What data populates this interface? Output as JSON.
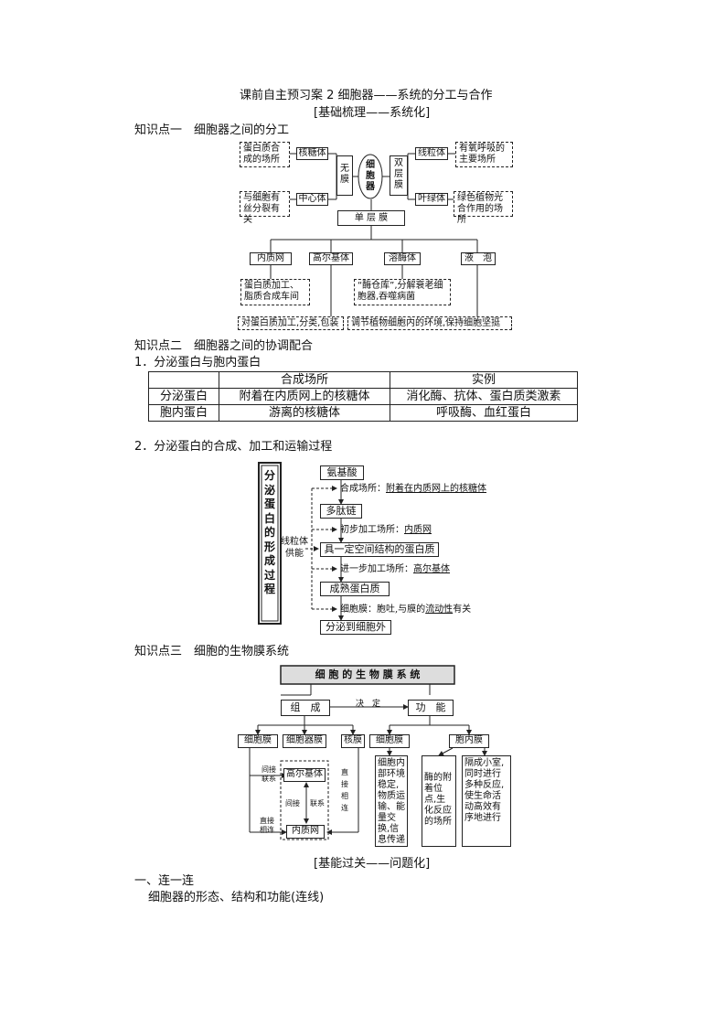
{
  "header": {
    "title": "课前自主预习案 2 细胞器——系统的分工与合作",
    "subtitle": "[基础梳理——系统化]"
  },
  "kp1": {
    "heading": "知识点一　细胞器之间的分工",
    "center": "细胞器",
    "no_membrane": "无膜",
    "double_membrane": "双层膜",
    "single_membrane": "单 层 膜",
    "ribosome": "核糖体",
    "ribosome_fn": "蛋白质合成的场所",
    "centrosome": "中心体",
    "centrosome_fn": "与细胞有丝分裂有关",
    "mitochondria": "线粒体",
    "mitochondria_fn": "有氧呼吸的主要场所",
    "chloroplast": "叶绿体",
    "chloroplast_fn": "绿色植物光合作用的场所",
    "er": "内质网",
    "golgi": "高尔基体",
    "lysosome": "溶酶体",
    "vacuole": "液　泡",
    "er_fn": "蛋白质加工、脂质合成车间",
    "golgi_fn": "对蛋白质加工,分类,包装",
    "lysosome_fn": "“酶仓库”,分解衰老细胞器,吞噬病菌",
    "vacuole_fn": "调节植物细胞内的环境,保持细胞坚挺"
  },
  "kp2": {
    "heading": "知识点二　细胞器之间的协调配合",
    "sub1": "1．分泌蛋白与胞内蛋白",
    "table": {
      "headers": [
        "",
        "合成场所",
        "实例"
      ],
      "rows": [
        [
          "分泌蛋白",
          "附着在内质网上的核糖体",
          "消化酶、抗体、蛋白质类激素"
        ],
        [
          "胞内蛋白",
          "游离的核糖体",
          "呼吸酶、血红蛋白"
        ]
      ]
    },
    "sub2": "2．分泌蛋白的合成、加工和运输过程",
    "flow": {
      "side": "分泌蛋白的形成过程",
      "energy": "线粒体供能",
      "steps": [
        "氨基酸",
        "多肽链",
        "具一定空间结构的蛋白质",
        "成熟蛋白质",
        "分泌到细胞外"
      ],
      "n1_pre": "合成场所：",
      "n1_val": "附着在内质网上的核糖体",
      "n2_pre": "初步加工场所：",
      "n2_val": "内质网",
      "n3_pre": "进一步加工场所：",
      "n3_val": "高尔基体",
      "n4_pre": "细胞膜：胞吐,与膜的",
      "n4_val": "流动性",
      "n4_post": "有关"
    }
  },
  "kp3": {
    "heading": "知识点三　细胞的生物膜系统",
    "title": "细 胞 的 生 物 膜 系 统",
    "composition": "组　成",
    "function": "功　能",
    "decides": "决　定",
    "cell_membrane": "细胞膜",
    "organelle_membrane": "细胞器膜",
    "nuclear_membrane": "核膜",
    "cm": "细胞膜",
    "im": "胞内膜",
    "golgi": "高尔基体",
    "er": "内质网",
    "indirect": "间接联系",
    "direct": "直接相连",
    "link": "联系",
    "jian": "间接",
    "f1": "细胞内部环境稳定,物质运输、能量交换,信息传递",
    "f2": "酶的附着位点,生化反应的场所",
    "f3": "隔成小室,同时进行多种反应,使生命活动高效有序地进行"
  },
  "footer": {
    "subtitle": "[基能过关——问题化]",
    "section": "一、连一连",
    "task": "细胞器的形态、结构和功能(连线)"
  }
}
